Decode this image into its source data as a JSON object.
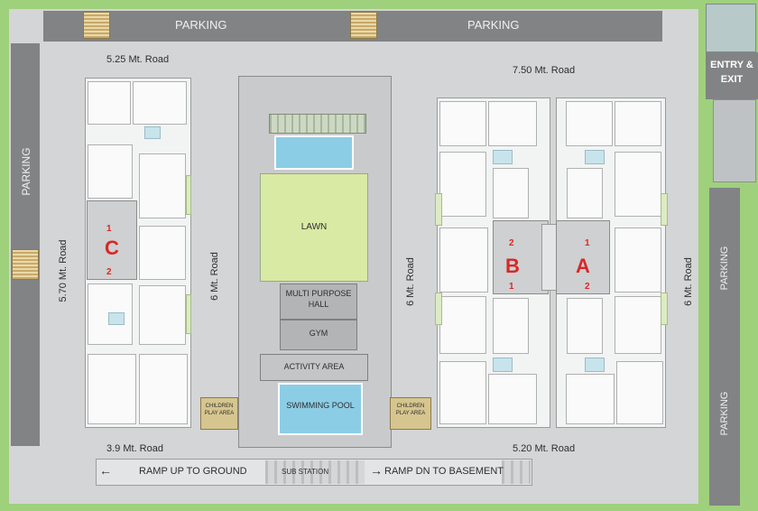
{
  "labels": {
    "parking_top_left": "PARKING",
    "parking_top_right": "PARKING",
    "parking_left": "PARKING",
    "parking_right_1": "PARKING",
    "parking_right_2": "PARKING",
    "entry_exit": "ENTRY & EXIT",
    "road_525": "5.25 Mt. Road",
    "road_750": "7.50 Mt. Road",
    "road_570": "5.70 Mt. Road",
    "road_6_left": "6 Mt. Road",
    "road_6_center": "6 Mt. Road",
    "road_6_right": "6 Mt. Road",
    "road_39": "3.9 Mt. Road",
    "road_520": "5.20 Mt. Road",
    "lawn": "LAWN",
    "multi_purpose_hall": "MULTI PURPOSE HALL",
    "gym": "GYM",
    "activity_area": "ACTIVITY AREA",
    "swimming_pool": "SWIMMING POOL",
    "children_play_left": "CHILDREN PLAY AREA",
    "children_play_right": "CHILDREN PLAY AREA",
    "ramp_up": "RAMP UP TO GROUND",
    "ramp_dn": "RAMP DN TO BASEMENT",
    "sub_station": "SUB STATION",
    "arrow_left": "←",
    "arrow_right": "→"
  },
  "wings": {
    "a": "A",
    "b": "B",
    "c": "C"
  },
  "stair_numbers": {
    "one": "1",
    "two": "2"
  },
  "colors": {
    "site_green": "#9fd07c",
    "road_grey": "#d4d5d6",
    "parking_dark": "#828385",
    "pool_blue": "#8ccde6",
    "lawn_green": "#d9eaa5",
    "wing_red": "#d62828"
  }
}
